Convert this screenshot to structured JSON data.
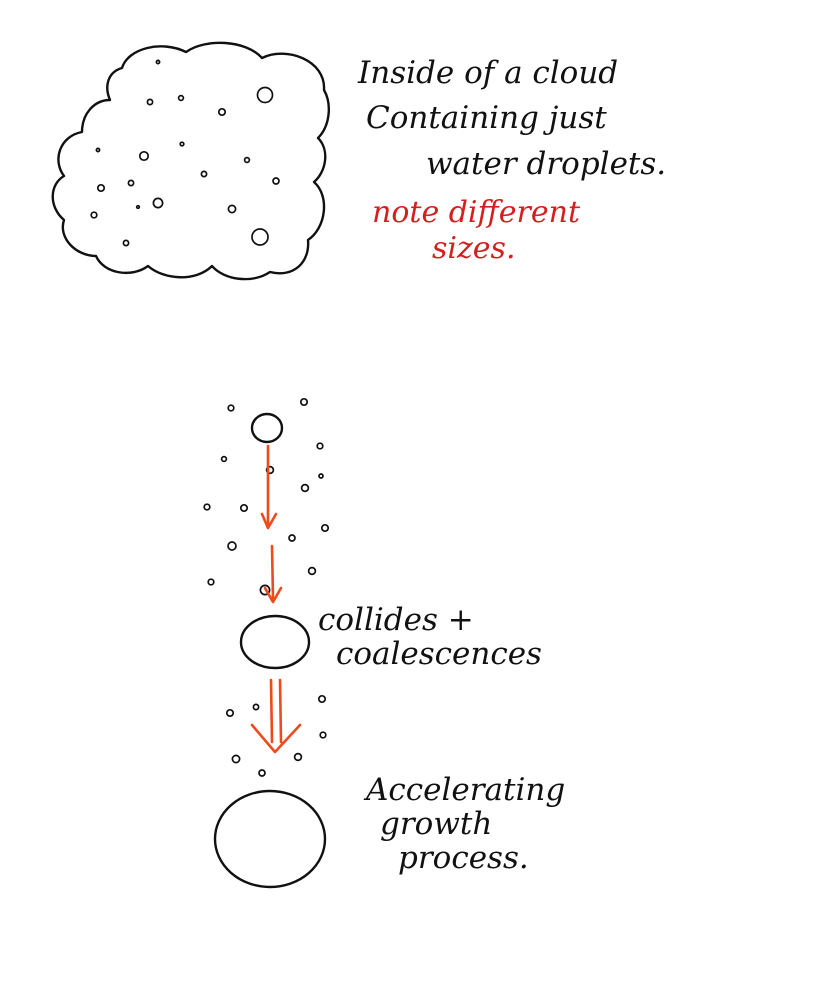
{
  "labels": {
    "cloud_line1": "Inside of a cloud",
    "cloud_line2": "Containing just",
    "cloud_line3": "water droplets.",
    "note_line1": "note different",
    "note_line2": "sizes.",
    "collides_line1": "collides +",
    "collides_line2": "coalescences",
    "growth_line1": "Accelerating",
    "growth_line2": "growth",
    "growth_line3": "process."
  },
  "colors": {
    "ink": "#111111",
    "note_red": "#d51e1e",
    "arrow_orange": "#ee4a1c"
  }
}
